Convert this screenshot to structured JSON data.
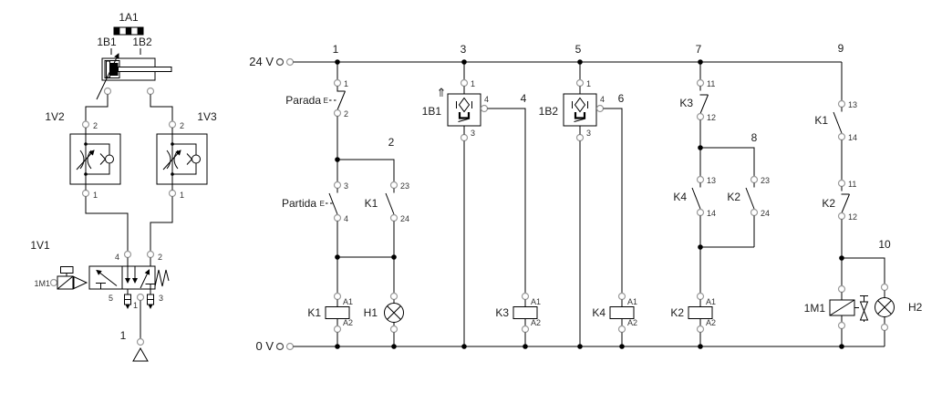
{
  "pneumatic": {
    "cylinder": {
      "label": "1A1",
      "sensor_left": "1B1",
      "sensor_right": "1B2"
    },
    "flow_valve_left": {
      "label": "1V2",
      "port_top": "2",
      "port_bottom": "1"
    },
    "flow_valve_right": {
      "label": "1V3",
      "port_top": "2",
      "port_bottom": "1"
    },
    "main_valve": {
      "label": "1V1",
      "solenoid_label": "1M1",
      "port_top_left": "4",
      "port_top_right": "2",
      "port_bottom_left": "5",
      "port_bottom_right": "3",
      "port_supply": "1",
      "supply_line_label": "1"
    }
  },
  "electrical": {
    "rail_top_label": "24 V",
    "rail_bottom_label": "0 V",
    "pushbutton_actuator": "E",
    "wire_numbers": {
      "n1": "1",
      "n2": "2",
      "n3": "3",
      "n4": "4",
      "n5": "5",
      "n6": "6",
      "n7": "7",
      "n8": "8",
      "n9": "9",
      "n10": "10"
    },
    "contacts": {
      "parada": {
        "label": "Parada",
        "terminal_top": "1",
        "terminal_bottom": "2"
      },
      "partida": {
        "label": "Partida",
        "terminal_top": "3",
        "terminal_bottom": "4"
      },
      "k1_latch": {
        "label": "K1",
        "terminal_top": "23",
        "terminal_bottom": "24"
      },
      "k3_nc": {
        "label": "K3",
        "terminal_top": "11",
        "terminal_bottom": "12"
      },
      "k4_no": {
        "label": "K4",
        "terminal_top": "13",
        "terminal_bottom": "14"
      },
      "k2_no": {
        "label": "K2",
        "terminal_top": "23",
        "terminal_bottom": "24"
      },
      "k1_no": {
        "label": "K1",
        "terminal_top": "13",
        "terminal_bottom": "14"
      },
      "k2_nc": {
        "label": "K2",
        "terminal_top": "11",
        "terminal_bottom": "12"
      }
    },
    "sensors": {
      "b1": {
        "label": "1B1",
        "state_arrow": "⇑",
        "terminal_top": "1",
        "terminal_right": "4",
        "terminal_bottom": "3"
      },
      "b2": {
        "label": "1B2",
        "terminal_top": "1",
        "terminal_right": "4",
        "terminal_bottom": "3"
      }
    },
    "coils": {
      "k1": {
        "label": "K1",
        "terminal_top": "A1",
        "terminal_bottom": "A2"
      },
      "k3": {
        "label": "K3",
        "terminal_top": "A1",
        "terminal_bottom": "A2"
      },
      "k4": {
        "label": "K4",
        "terminal_top": "A1",
        "terminal_bottom": "A2"
      },
      "k2": {
        "label": "K2",
        "terminal_top": "A1",
        "terminal_bottom": "A2"
      }
    },
    "lamps": {
      "h1": {
        "label": "H1"
      },
      "h2": {
        "label": "H2"
      }
    },
    "solenoid": {
      "label": "1M1"
    }
  },
  "colors": {
    "line": "#000000",
    "terminal_circle": "#9a9a9a",
    "text": "#1a1a1a"
  }
}
